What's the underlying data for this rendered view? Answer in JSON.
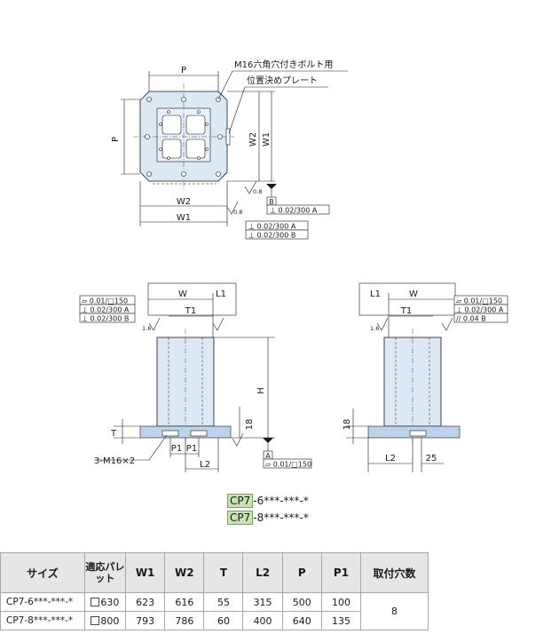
{
  "top_view": {
    "label_p_top": "P",
    "label_p_left": "P",
    "label_w2_bottom": "W2",
    "label_w1_bottom": "W1",
    "label_w2_right": "W2",
    "label_w1_right": "W1",
    "callout_bolt": "M16六角穴付きボルト用",
    "callout_plate": "位置決めプレート",
    "datum_b": "B",
    "tol_1": "⊥ 0.02/300 A",
    "tol_2": "⊥ 0.02/300 A",
    "tol_3": "⊥ 0.02/300 B",
    "surface_mark_1": "0.8",
    "surface_mark_2": "0.8"
  },
  "front_view": {
    "label_w": "W",
    "label_l1": "L1",
    "label_t1": "T1",
    "label_h": "H",
    "label_t": "T",
    "label_18": "18",
    "label_p1a": "P1",
    "label_p1b": "P1",
    "label_l2": "L2",
    "label_bolts": "3-M16×2",
    "tol_flat": "▱ 0.01/□150",
    "tol_perp_a": "⊥ 0.02/300 A",
    "tol_perp_b": "⊥ 0.02/300 B",
    "datum_a": "A",
    "tol_bottom": "▱ 0.01/□150",
    "surface_mark": "1.6"
  },
  "side_view": {
    "label_l1": "L1",
    "label_w": "W",
    "label_t1": "T1",
    "label_18": "18",
    "label_l2": "L2",
    "label_25": "25",
    "tol_flat": "▱ 0.01/□150",
    "tol_perp_a": "⊥ 0.02/300 A",
    "tol_parallel": "// 0.04 B",
    "surface_mark": "1.6"
  },
  "models": [
    {
      "code": "CP7",
      "suffix": "-6***-***-*"
    },
    {
      "code": "CP7",
      "suffix": "-8***-***-*"
    }
  ],
  "table": {
    "headers": [
      "サイズ",
      "適応パレット",
      "W1",
      "W2",
      "T",
      "L2",
      "P",
      "P1",
      "取付穴数"
    ],
    "rows": [
      [
        "CP7-6***-***-*",
        "630",
        "623",
        "616",
        "55",
        "315",
        "500",
        "100"
      ],
      [
        "CP7-8***-***-*",
        "800",
        "793",
        "786",
        "60",
        "400",
        "640",
        "135"
      ]
    ],
    "mount_holes": "8"
  }
}
